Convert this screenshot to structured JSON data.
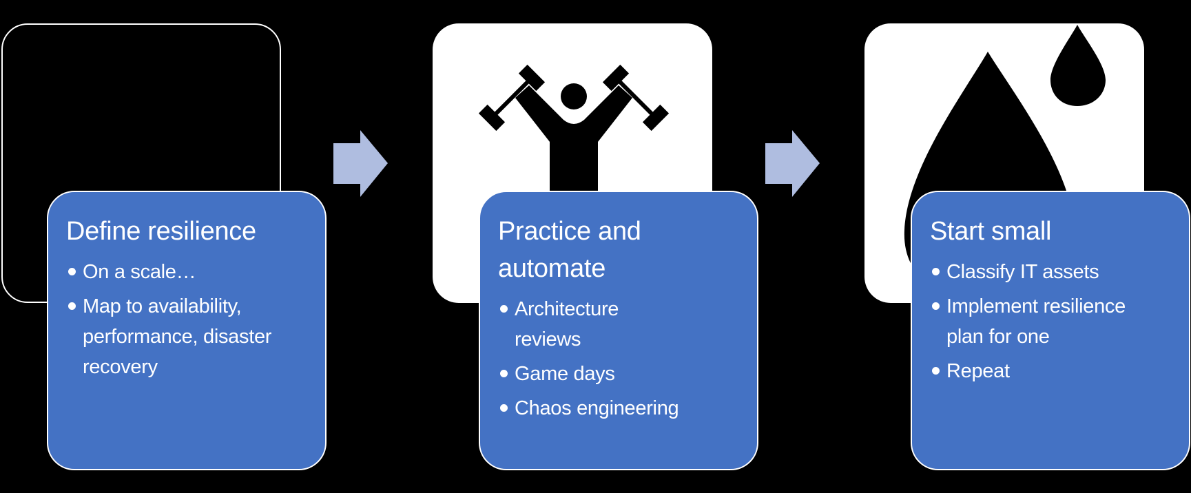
{
  "colors": {
    "background": "#000000",
    "card_fill": "#4472C4",
    "card_border": "#FFFFFF",
    "arrow_fill": "#AFBDE0",
    "icon_panel": "#FFFFFF"
  },
  "steps": [
    {
      "icon": "empty-frame",
      "title": "Define resilience",
      "bullets": [
        "On a scale…",
        "Map to availability, performance, disaster recovery"
      ]
    },
    {
      "icon": "weightlifter-icon",
      "title": "Practice and automate",
      "bullets": [
        "Architecture reviews",
        "Game days",
        "Chaos engineering"
      ]
    },
    {
      "icon": "water-drops-icon",
      "title": "Start small",
      "bullets": [
        "Classify IT assets",
        "Implement resilience plan for one",
        "Repeat"
      ]
    }
  ],
  "arrows": [
    {
      "from": 1,
      "to": 2,
      "icon": "arrow-right-icon"
    },
    {
      "from": 2,
      "to": 3,
      "icon": "arrow-right-icon"
    }
  ]
}
